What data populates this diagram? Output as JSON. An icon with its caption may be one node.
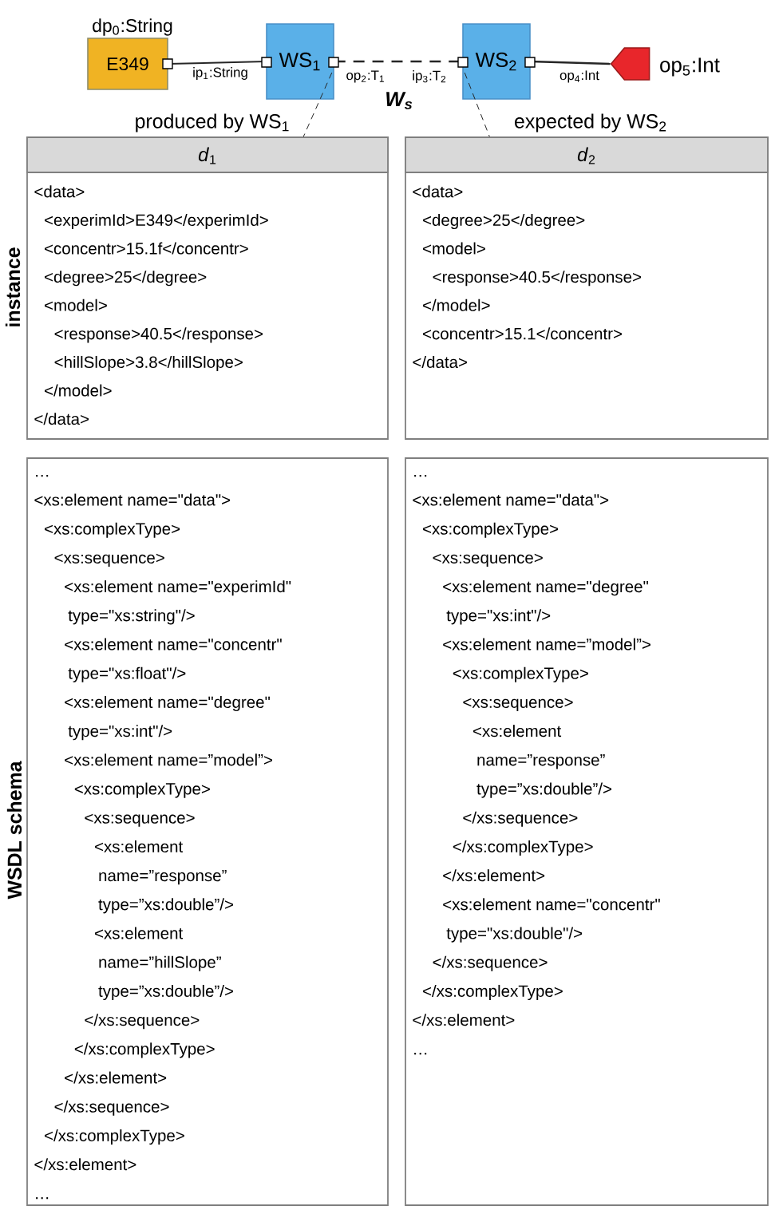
{
  "diagram": {
    "nodes": [
      {
        "text": [
          "E349"
        ],
        "beside": [
          "dp$_{0}$:String"
        ]
      },
      {
        "text": [
          "WS$_{1}$"
        ]
      },
      {
        "text": [
          "WS$_{2}$"
        ]
      },
      {
        "text": [],
        "shape": "pentagon",
        "beside": [
          "op$_{5}$:Int"
        ]
      },
      {
        "text": [
          "*d*$_{1}$",
          "<data>",
          "<experimId>E349</experimId>",
          "<concentr>15.1f</concentr>",
          "<degree>25</degree>",
          "<model>",
          "<response>40.5</response>",
          "<hillSlope>3.8</hillSlope>",
          "</model>",
          "</data>"
        ]
      },
      {
        "text": [
          "*d*$_{2}$",
          "<data>",
          "<degree>25</degree>",
          "<model>",
          "<response>40.5</response>",
          "</model>",
          "<concentr>15.1</concentr>",
          "</data>"
        ]
      },
      {
        "text": [
          "…",
          "<xs:element name=\"data\">",
          "<xs:complexType>",
          "<xs:sequence>",
          "<xs:element name=\"experimId\"",
          "type=\"xs:string\"/>",
          "<xs:element name=\"concentr\"",
          "type=\"xs:float\"/>",
          "<xs:element name=\"degree\"",
          "type=\"xs:int\"/>",
          "<xs:element name=”model”>",
          "<xs:complexType>",
          "<xs:sequence>",
          "<xs:element",
          "name=”response”",
          "type=”xs:double”/>",
          "<xs:element",
          "name=”hillSlope”",
          "type=”xs:double”/>",
          "</xs:sequence>",
          "</xs:complexType>",
          "</xs:element>",
          "</xs:sequence>",
          "</xs:complexType>",
          "</xs:element>",
          "…"
        ]
      },
      {
        "text": [
          "…",
          "<xs:element name=\"data\">",
          "<xs:complexType>",
          "<xs:sequence>",
          "<xs:element name=\"degree\"",
          "type=\"xs:int\"/>",
          "<xs:element name=”model”>",
          "<xs:complexType>",
          "<xs:sequence>",
          "<xs:element",
          "name=”response”",
          "type=”xs:double”/>",
          "</xs:sequence>",
          "</xs:complexType>",
          "</xs:element>",
          "<xs:element name=\"concentr\"",
          "type=\"xs:double\"/>",
          "</xs:sequence>",
          "</xs:complexType>",
          "</xs:element>",
          "…"
        ]
      }
    ],
    "edges": [
      {
        "from": 0,
        "to": 1,
        "arrow": "none"
      },
      {
        "from": 1,
        "to": 2,
        "arrow": "none",
        "style": "dashed"
      },
      {
        "from": 2,
        "to": 3,
        "arrow": "none"
      },
      {
        "from": 1,
        "to": 4,
        "arrow": "none",
        "style": "dashed",
        "label": "produced by WS$_{1}$"
      },
      {
        "from": 2,
        "to": 5,
        "arrow": "none",
        "style": "dashed",
        "label": "expected by WS$_{2}$"
      }
    ],
    "labels": [
      "ip$_{1}$:String",
      "op$_{2}$:T$_{1}$",
      "ip$_{3}$:T$_{2}$",
      "op$_{4}$:Int",
      "W$_{s}$",
      "instance",
      "WSDL schema"
    ]
  }
}
